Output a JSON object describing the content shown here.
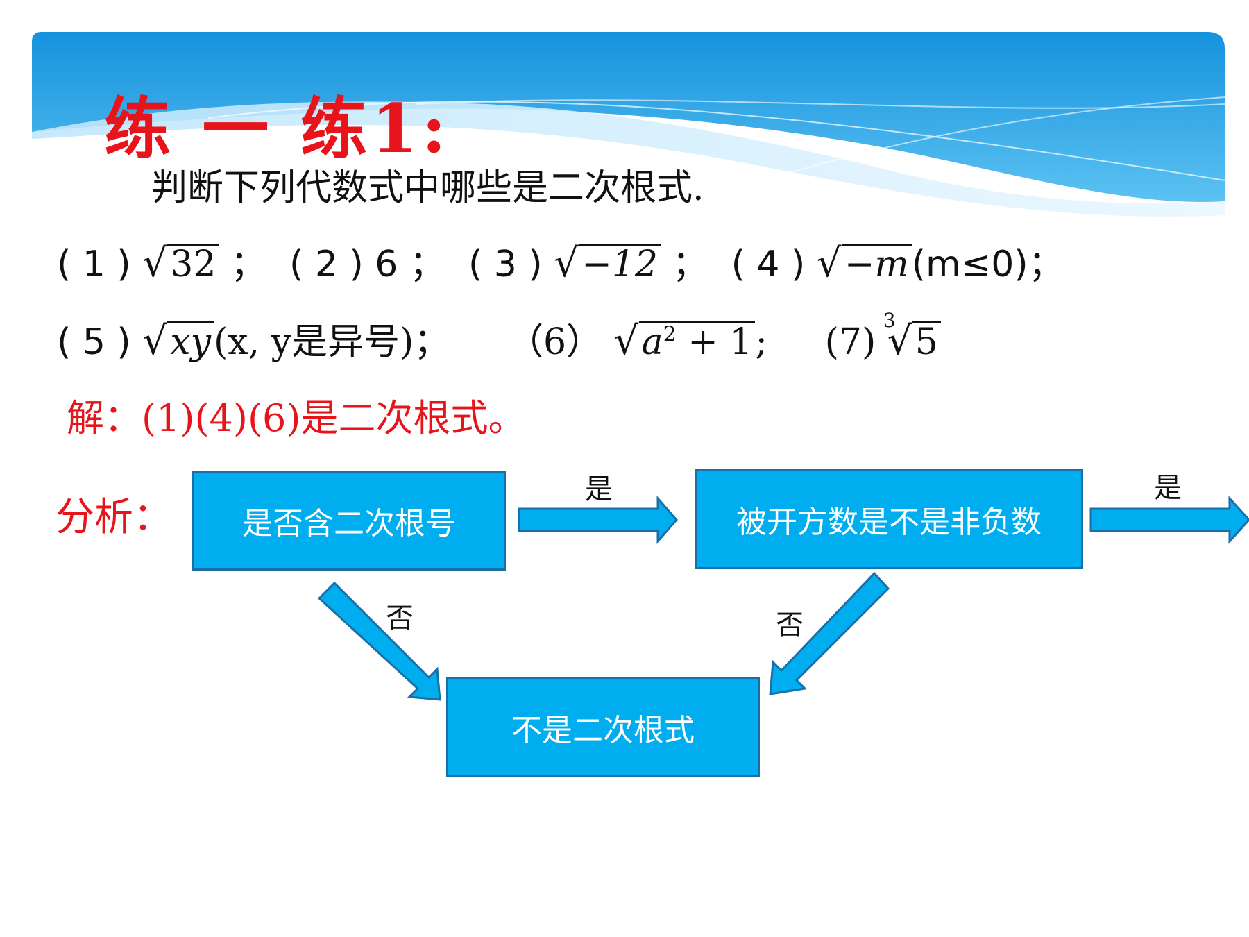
{
  "title": "练 一 练1:",
  "prompt": "判断下列代数式中哪些是二次根式.",
  "items": {
    "i1_label": "( 1 )",
    "i1_rad": "32",
    "sep1": " ；",
    "i2_label": "( 2 ) 6 ；",
    "i3_label": "( 3 )",
    "i3_rad": "−12",
    "sep3": "；",
    "i4_label": "( 4 )",
    "i4_rad": "−m",
    "i4_cond": "(m≤0)；",
    "i5_label": "( 5 )",
    "i5_rad": "xy",
    "i5_cond": "(x, y是异号)；",
    "i6_label": "（6）",
    "i6_rad_a": "a",
    "i6_rad_exp": "2",
    "i6_rad_rest": " + 1",
    "i6_end": ";",
    "i7_label": "(7)",
    "i7_index": "3",
    "i7_rad": "5"
  },
  "answer": "解：(1)(4)(6)是二次根式。",
  "analysis_label": "分析：",
  "flowchart": {
    "box_root": "是否含二次根号",
    "box_nonneg": "被开方数是不是非负数",
    "box_not": "不是二次根式",
    "yes1": "是",
    "yes2": "是",
    "no1": "否",
    "no2": "否"
  },
  "colors": {
    "title_red": "#e8141b",
    "box_fill": "#00aeef",
    "box_border": "#1a6fa8",
    "banner_blue": "#1a8fd8"
  }
}
